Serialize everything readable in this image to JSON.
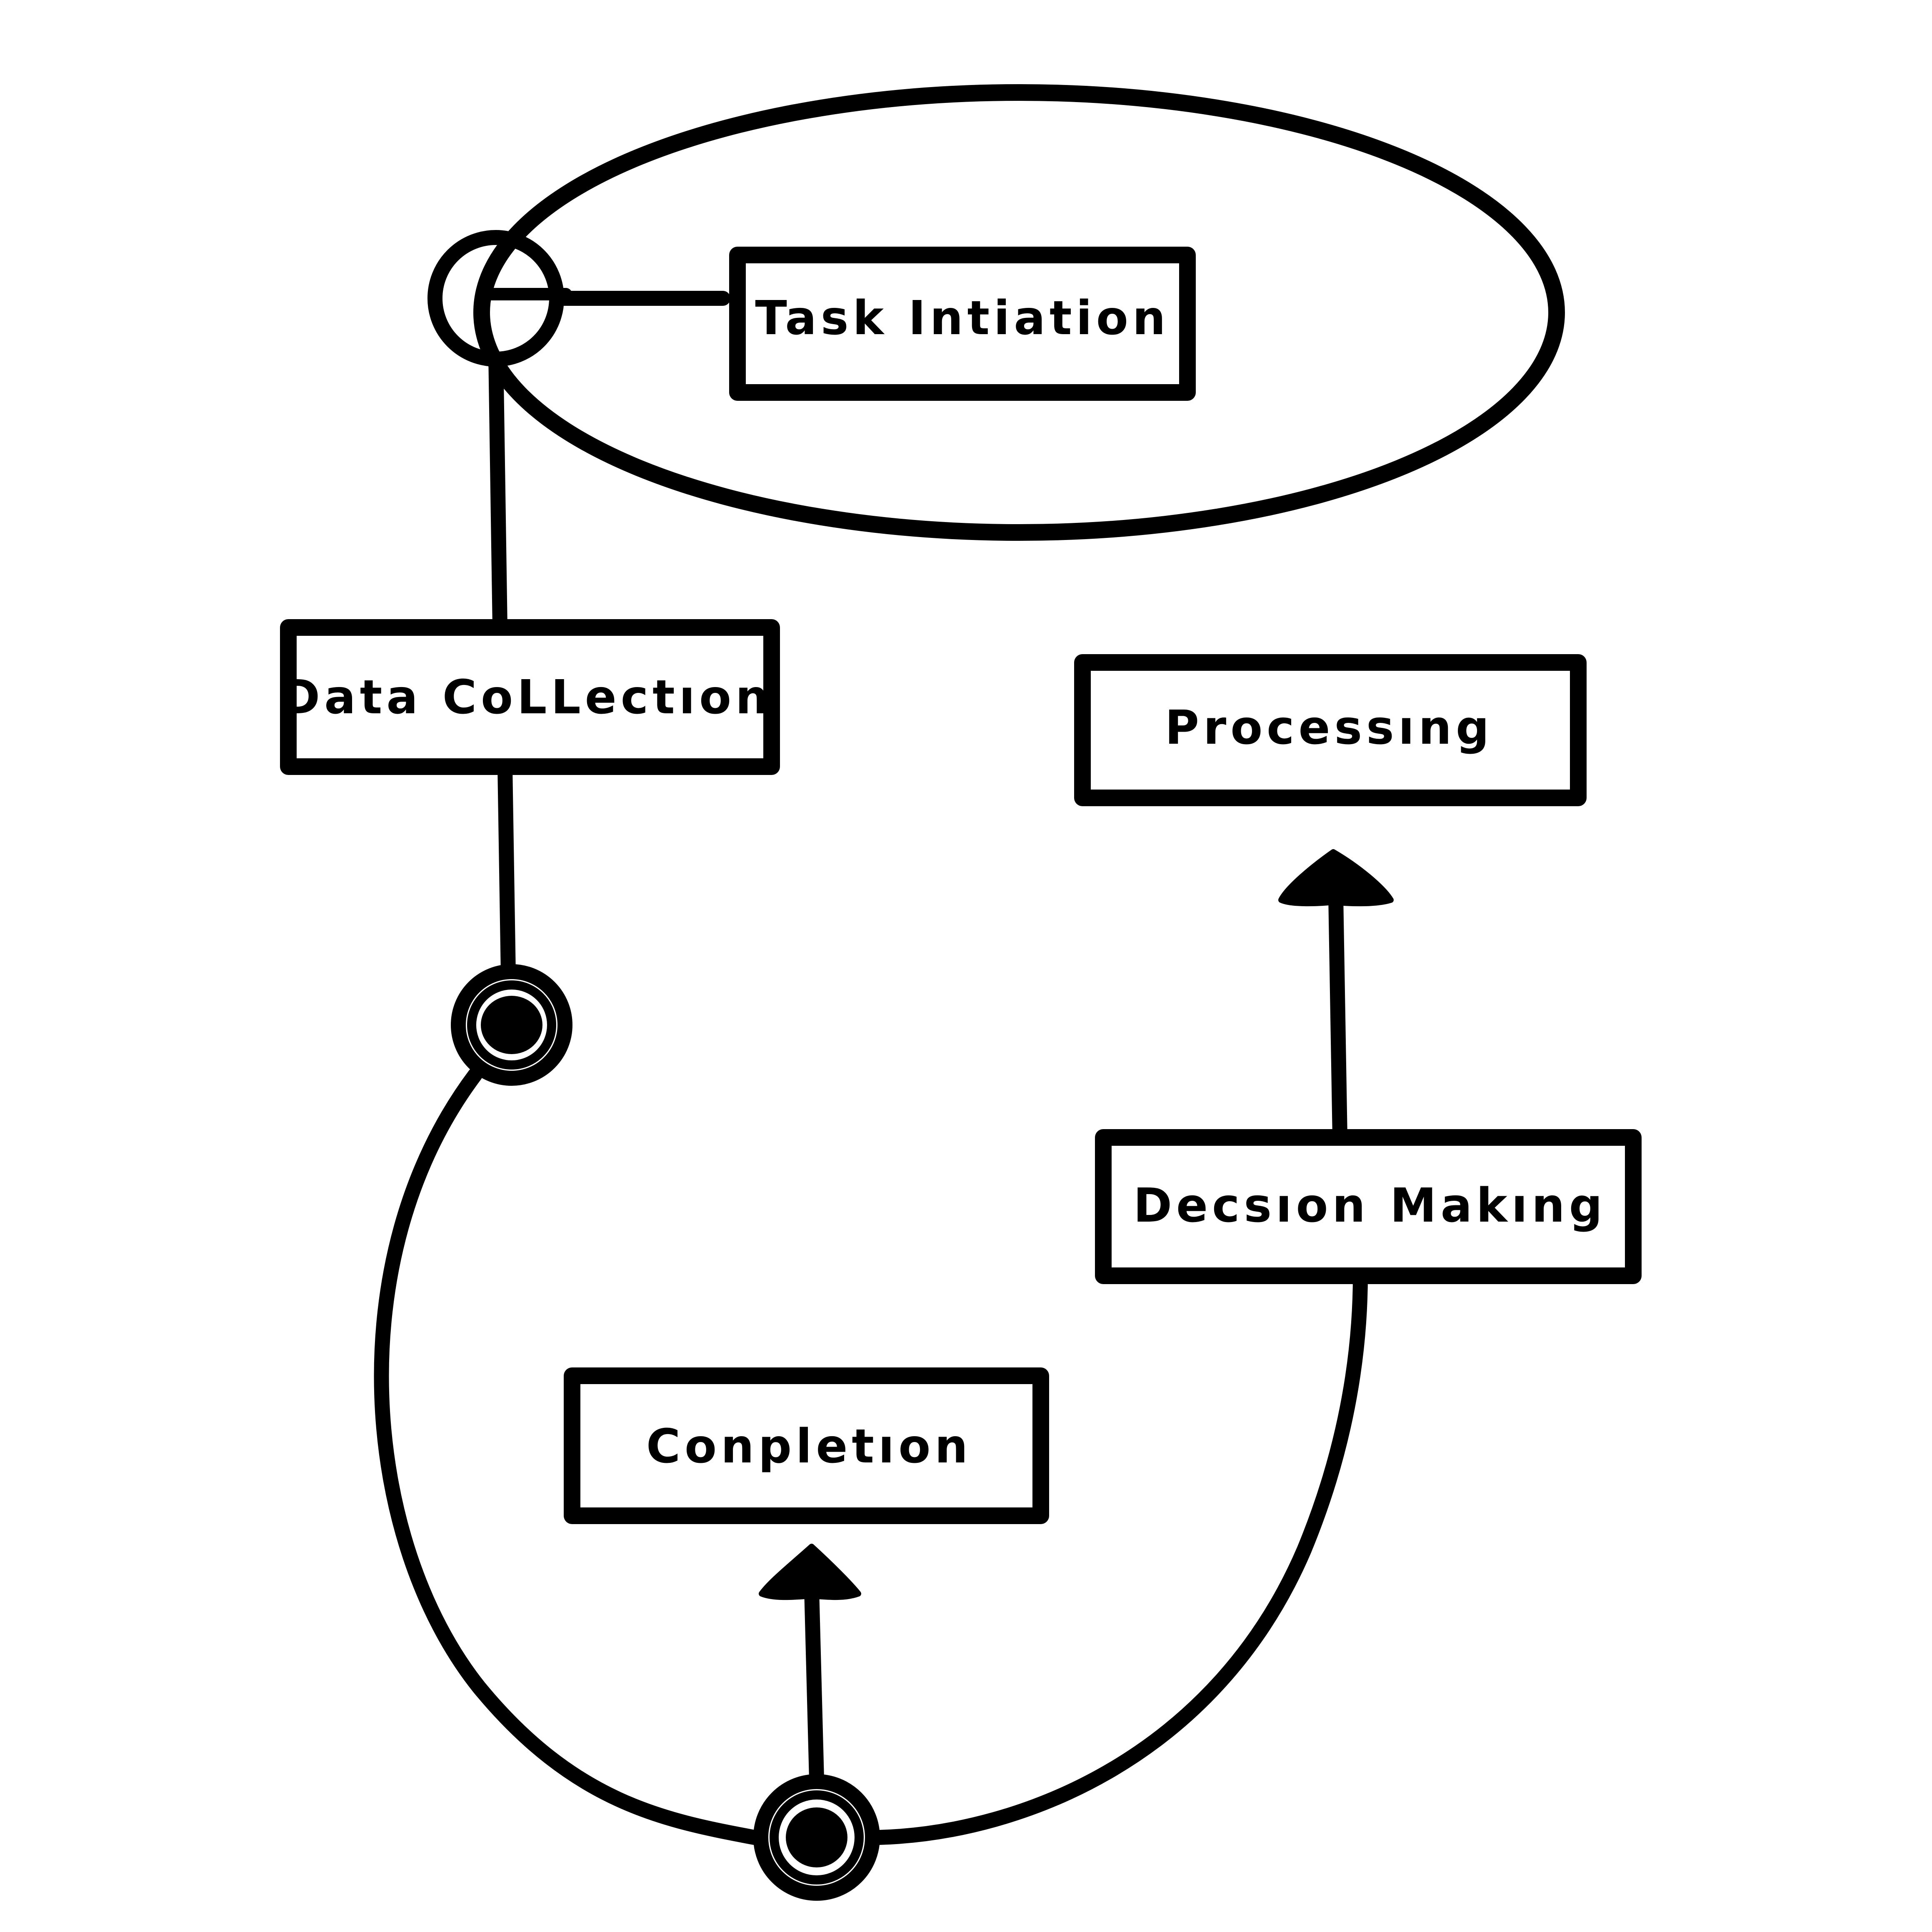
{
  "diagram": {
    "nodes": {
      "task_initiation": {
        "label": "Task Intiation"
      },
      "data_collection": {
        "label": "Data CoLLectıon"
      },
      "processing": {
        "label": "Processıng"
      },
      "decision_making": {
        "label": "Decsıon Makıng"
      },
      "completion": {
        "label": "Conpletıon"
      }
    },
    "colors": {
      "stroke": "#000000",
      "background": "#ffffff"
    }
  }
}
